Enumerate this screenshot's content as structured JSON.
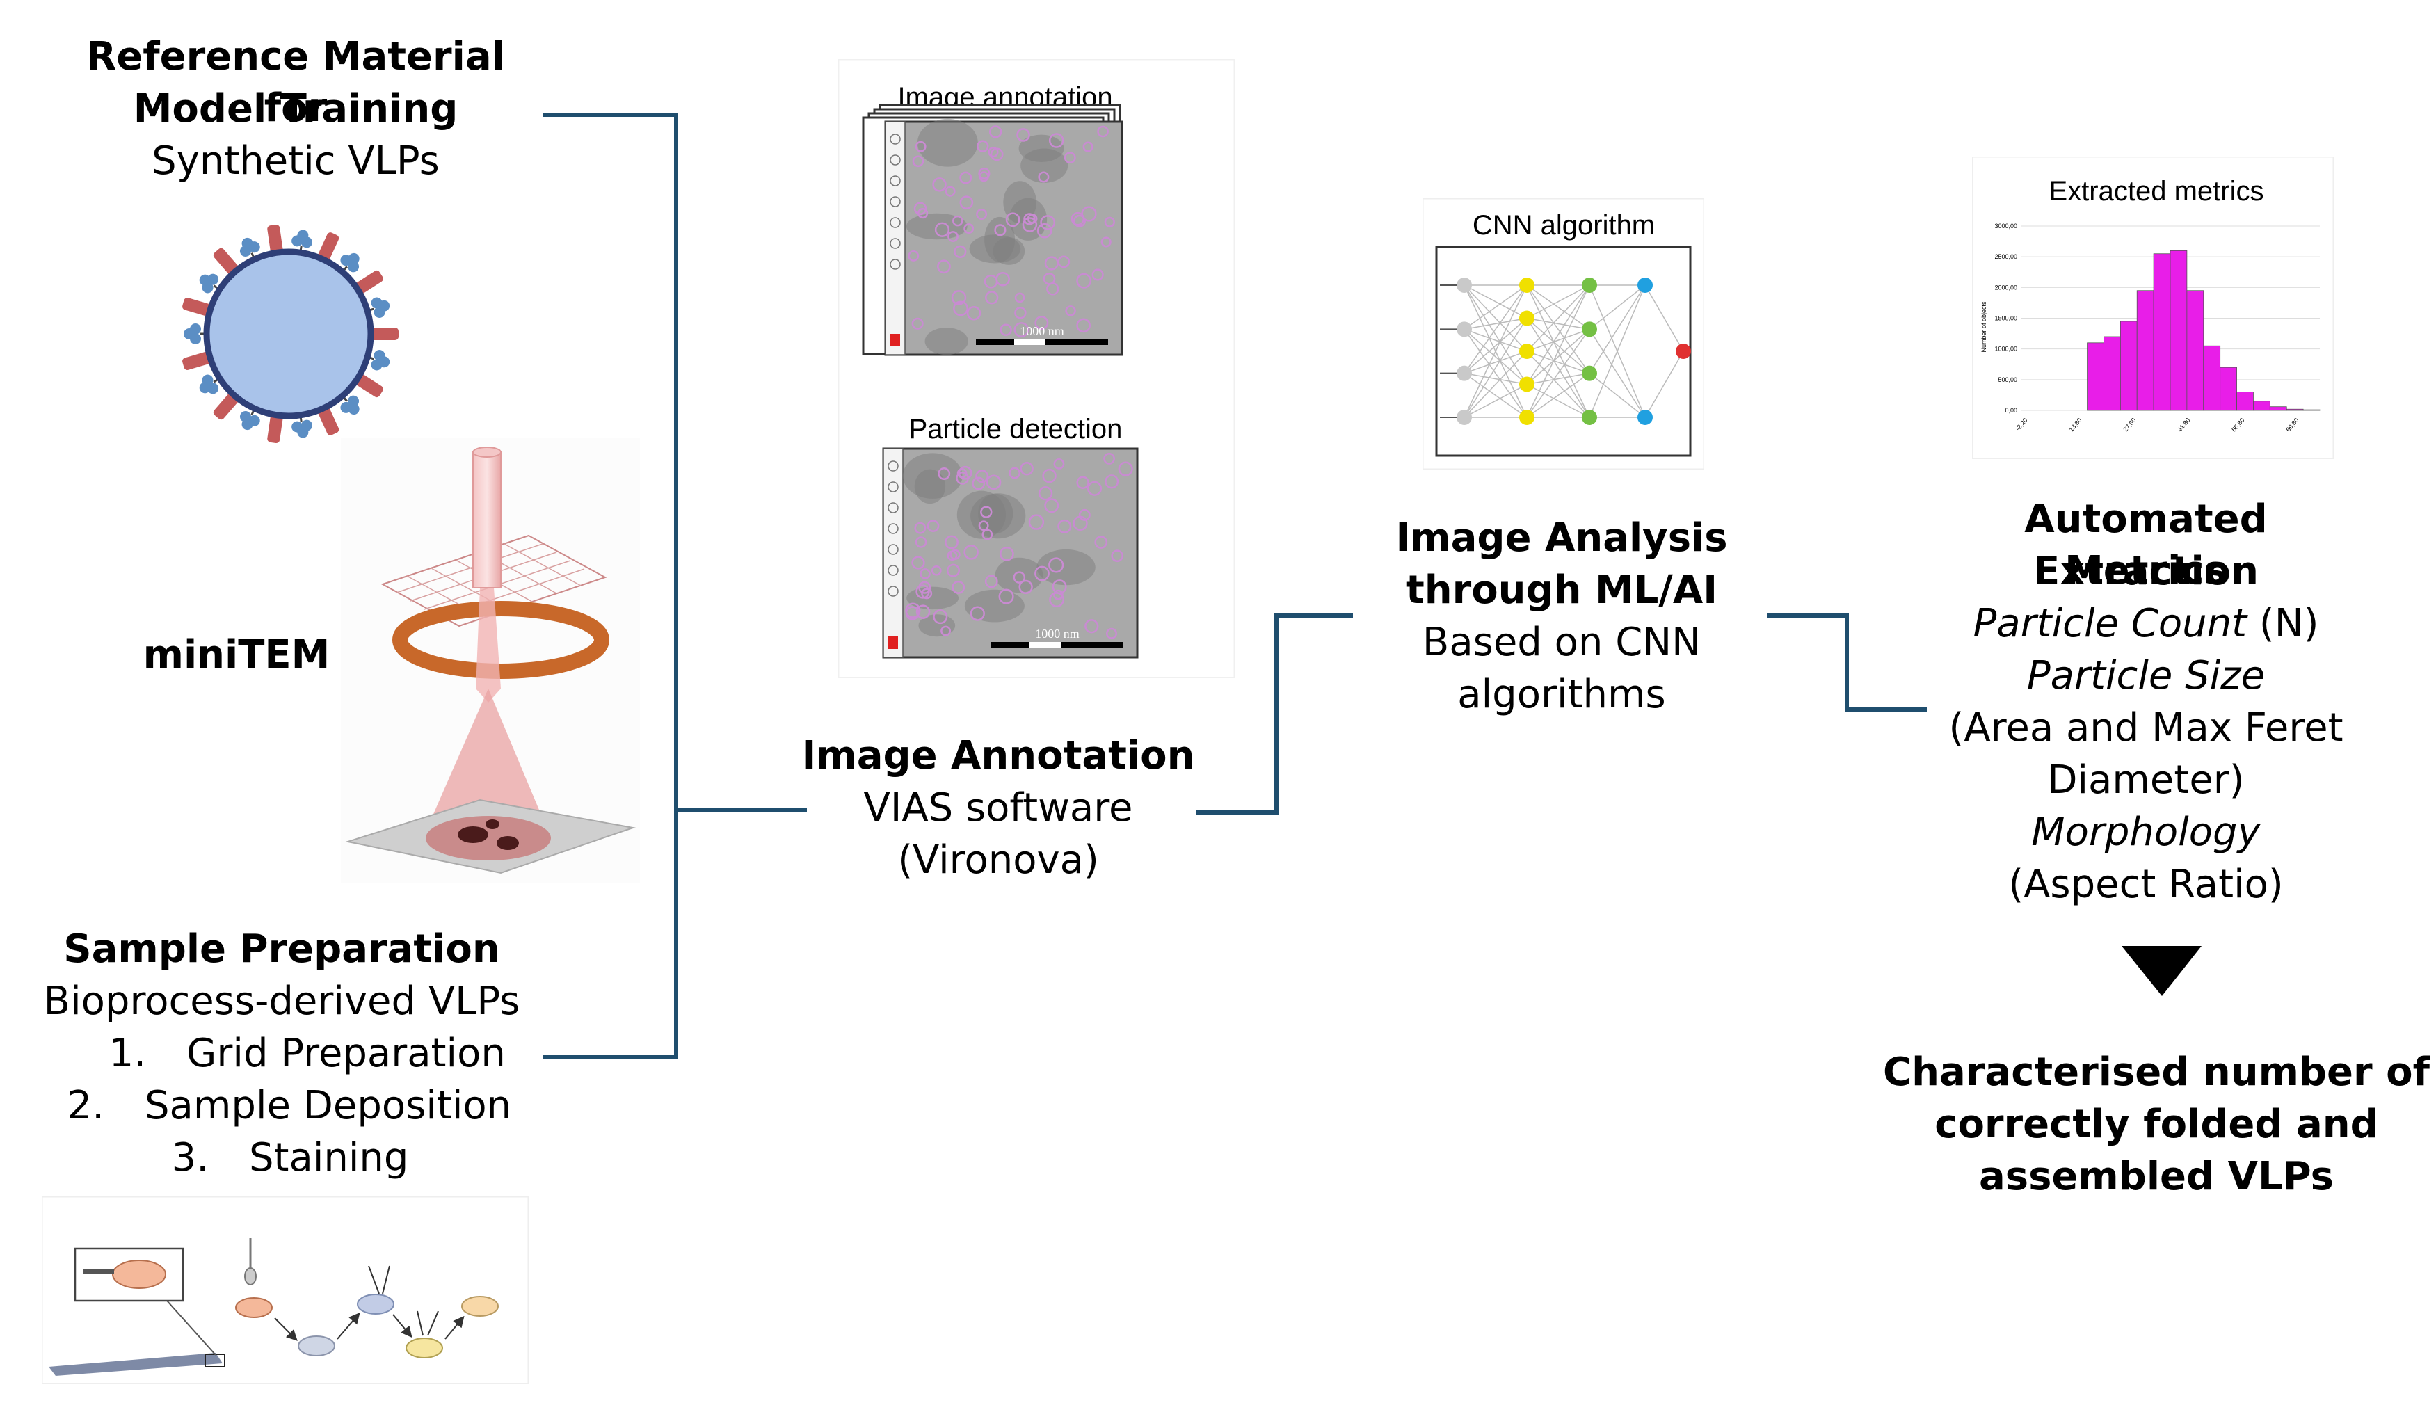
{
  "reference": {
    "title_line1": "Reference Material for",
    "title_line2": "Model Training",
    "subtitle": "Synthetic VLPs"
  },
  "minitem": {
    "label": "miniTEM"
  },
  "sample_prep": {
    "title": "Sample Preparation",
    "subtitle": "Bioprocess-derived VLPs",
    "steps": [
      {
        "num": "1.",
        "label": "Grid Preparation"
      },
      {
        "num": "2.",
        "label": "Sample Deposition"
      },
      {
        "num": "3.",
        "label": "Staining"
      }
    ]
  },
  "annotation_panel": {
    "top_title": "Image annotation",
    "bottom_title": "Particle detection",
    "scale_label": "1000 nm"
  },
  "image_annotation": {
    "title": "Image Annotation",
    "line1": "VIAS software",
    "line2": "(Vironova)"
  },
  "cnn_panel": {
    "title": "CNN algorithm"
  },
  "image_analysis": {
    "title_line1": "Image Analysis",
    "title_line2": "through ML/AI",
    "line1": "Based on CNN",
    "line2": "algorithms"
  },
  "metrics_panel": {
    "title": "Extracted metrics",
    "ylabel": "Number of objects",
    "yticks": [
      "3000,00",
      "2500,00",
      "2000,00",
      "1500,00",
      "1000,00",
      "500,00",
      "0,00"
    ],
    "xticks": [
      "-2,20",
      "13,80",
      "27,80",
      "41,80",
      "55,80",
      "69,80"
    ]
  },
  "chart_data": {
    "type": "bar",
    "title": "Extracted metrics",
    "ylabel": "Number of objects",
    "ylim": [
      0,
      3000
    ],
    "values": [
      0,
      0,
      0,
      0,
      1100,
      1200,
      1450,
      1950,
      2550,
      2600,
      1950,
      1050,
      700,
      300,
      150,
      60,
      20,
      10
    ],
    "color": "#e81ee8"
  },
  "metrics": {
    "title_line1": "Automated Metrics",
    "title_line2": "Extraction",
    "count_label": "Particle Count",
    "count_suffix": " (N)",
    "size_label": "Particle Size",
    "size_desc_line1": "(Area and Max Feret",
    "size_desc_line2": "Diameter)",
    "morph_label": "Morphology",
    "morph_desc": "(Aspect Ratio)"
  },
  "result": {
    "line1": "Characterised number of",
    "line2": "correctly folded and",
    "line3": "assembled  VLPs"
  },
  "colors": {
    "connector": "#1f4e6e",
    "vlp_core": "#a9c3ea",
    "vlp_spike": "#c45a5a",
    "vlp_protein": "#5b8ec4",
    "tem_ring": "#c8682a",
    "histogram": "#e81ee8",
    "particle_outline": "#c98bd2"
  }
}
